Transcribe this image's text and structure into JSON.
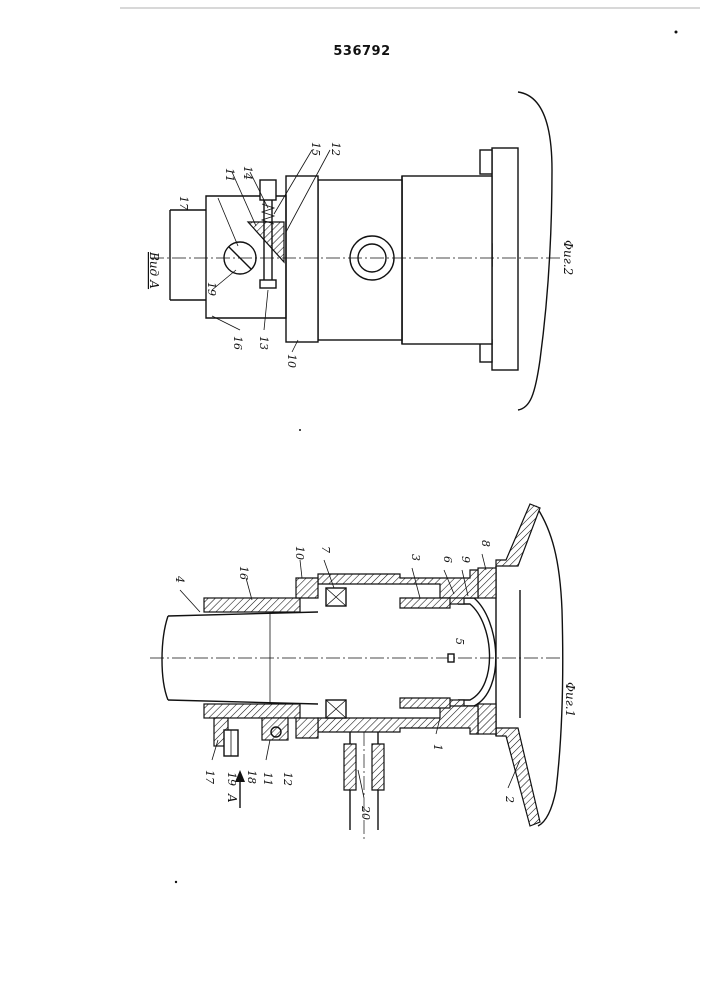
{
  "document": {
    "patent_number": "536792"
  },
  "fig1": {
    "caption": "Фиг.1",
    "view_arrow_label": "A",
    "labels": {
      "n1": "1",
      "n2": "2",
      "n3": "3",
      "n4": "4",
      "n5": "5",
      "n6": "6",
      "n7": "7",
      "n8": "8",
      "n9": "9",
      "n10": "10",
      "n11": "11",
      "n12": "12",
      "n16": "16",
      "n17": "17",
      "n18": "18",
      "n19": "19",
      "n20": "20"
    }
  },
  "fig2": {
    "caption": "Фиг.2",
    "view_title": "Вид А",
    "labels": {
      "n10": "10",
      "n11": "11",
      "n12": "12",
      "n13": "13",
      "n14": "14",
      "n15": "15",
      "n16": "16",
      "n17": "17",
      "n19": "19"
    }
  }
}
